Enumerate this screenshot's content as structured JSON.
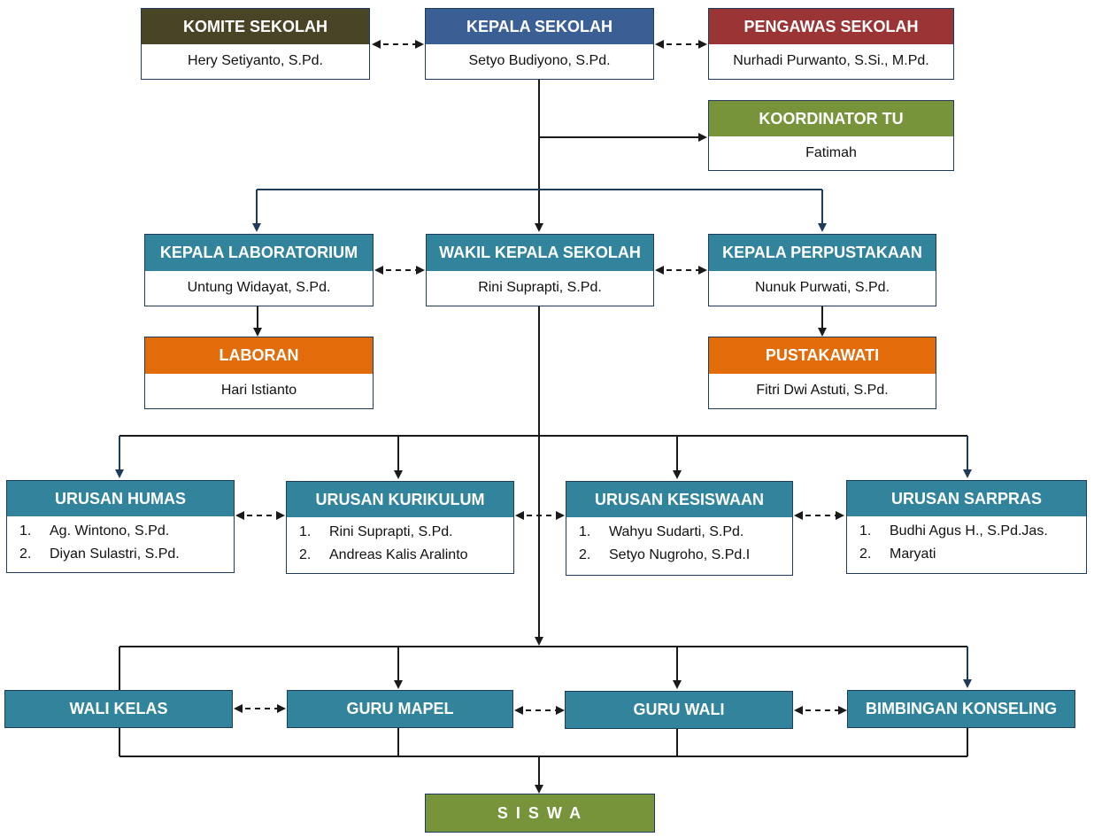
{
  "colors": {
    "komite": "#4a4427",
    "kepala": "#3a5f94",
    "pengawas": "#9b3434",
    "koordinator": "#77943a",
    "teal": "#31849b",
    "orange": "#e36c0a",
    "siswa": "#77943a"
  },
  "komite": {
    "title": "KOMITE SEKOLAH",
    "name": "Hery Setiyanto, S.Pd."
  },
  "kepala": {
    "title": "KEPALA SEKOLAH",
    "name": "Setyo Budiyono, S.Pd."
  },
  "pengawas": {
    "title": "PENGAWAS SEKOLAH",
    "name": "Nurhadi Purwanto, S.Si., M.Pd."
  },
  "koordinator": {
    "title": "KOORDINATOR TU",
    "name": "Fatimah"
  },
  "lab": {
    "title": "KEPALA LABORATORIUM",
    "name": "Untung Widayat, S.Pd."
  },
  "wakil": {
    "title": "WAKIL KEPALA SEKOLAH",
    "name": "Rini Suprapti, S.Pd."
  },
  "perpus": {
    "title": "KEPALA PERPUSTAKAAN",
    "name": "Nunuk Purwati, S.Pd."
  },
  "laboran": {
    "title": "LABORAN",
    "name": "Hari Istianto"
  },
  "pustakawati": {
    "title": "PUSTAKAWATI",
    "name": "Fitri Dwi Astuti, S.Pd."
  },
  "humas": {
    "title": "URUSAN HUMAS",
    "items": [
      {
        "n": "1.",
        "t": "Ag. Wintono, S.Pd."
      },
      {
        "n": "2.",
        "t": "Diyan Sulastri, S.Pd."
      }
    ]
  },
  "kurikulum": {
    "title": "URUSAN KURIKULUM",
    "items": [
      {
        "n": "1.",
        "t": "Rini Suprapti, S.Pd."
      },
      {
        "n": "2.",
        "t": "Andreas Kalis Aralinto"
      }
    ]
  },
  "kesiswaan": {
    "title": "URUSAN KESISWAAN",
    "items": [
      {
        "n": "1.",
        "t": "Wahyu Sudarti, S.Pd."
      },
      {
        "n": "2.",
        "t": "Setyo Nugroho, S.Pd.I"
      }
    ]
  },
  "sarpras": {
    "title": "URUSAN SARPRAS",
    "items": [
      {
        "n": "1.",
        "t": "Budhi Agus H., S.Pd.Jas."
      },
      {
        "n": "2.",
        "t": "Maryati"
      }
    ]
  },
  "wali_kelas": "WALI KELAS",
  "guru_mapel": "GURU MAPEL",
  "guru_wali": "GURU WALI",
  "bk": "BIMBINGAN KONSELING",
  "siswa": "S I S W A"
}
